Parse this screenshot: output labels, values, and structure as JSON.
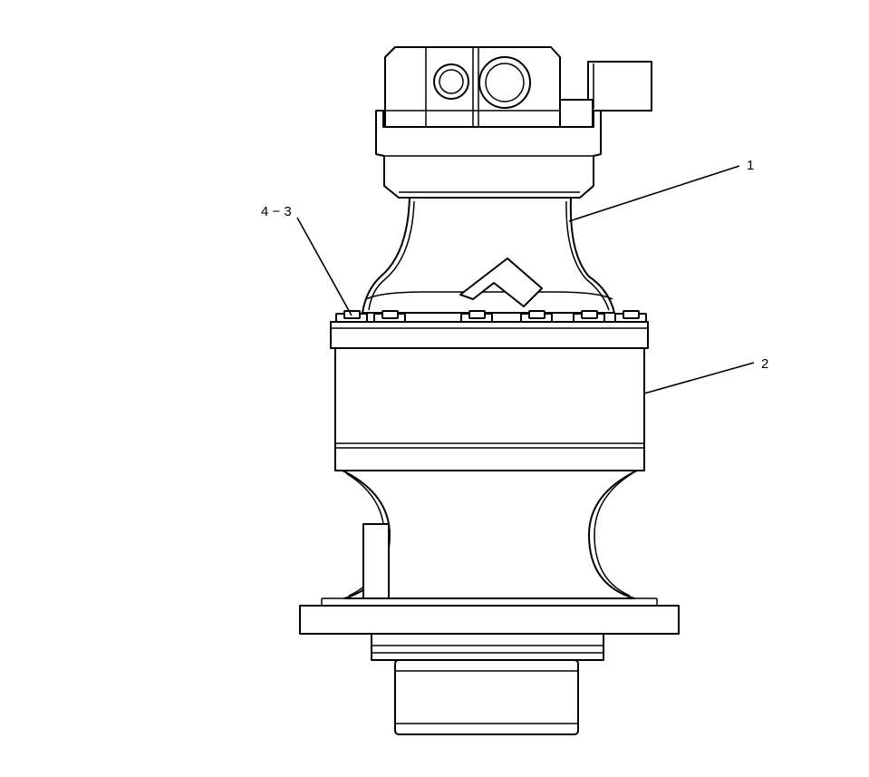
{
  "callouts": {
    "c1": "1",
    "c2": "2",
    "c43": "4 − 3"
  }
}
